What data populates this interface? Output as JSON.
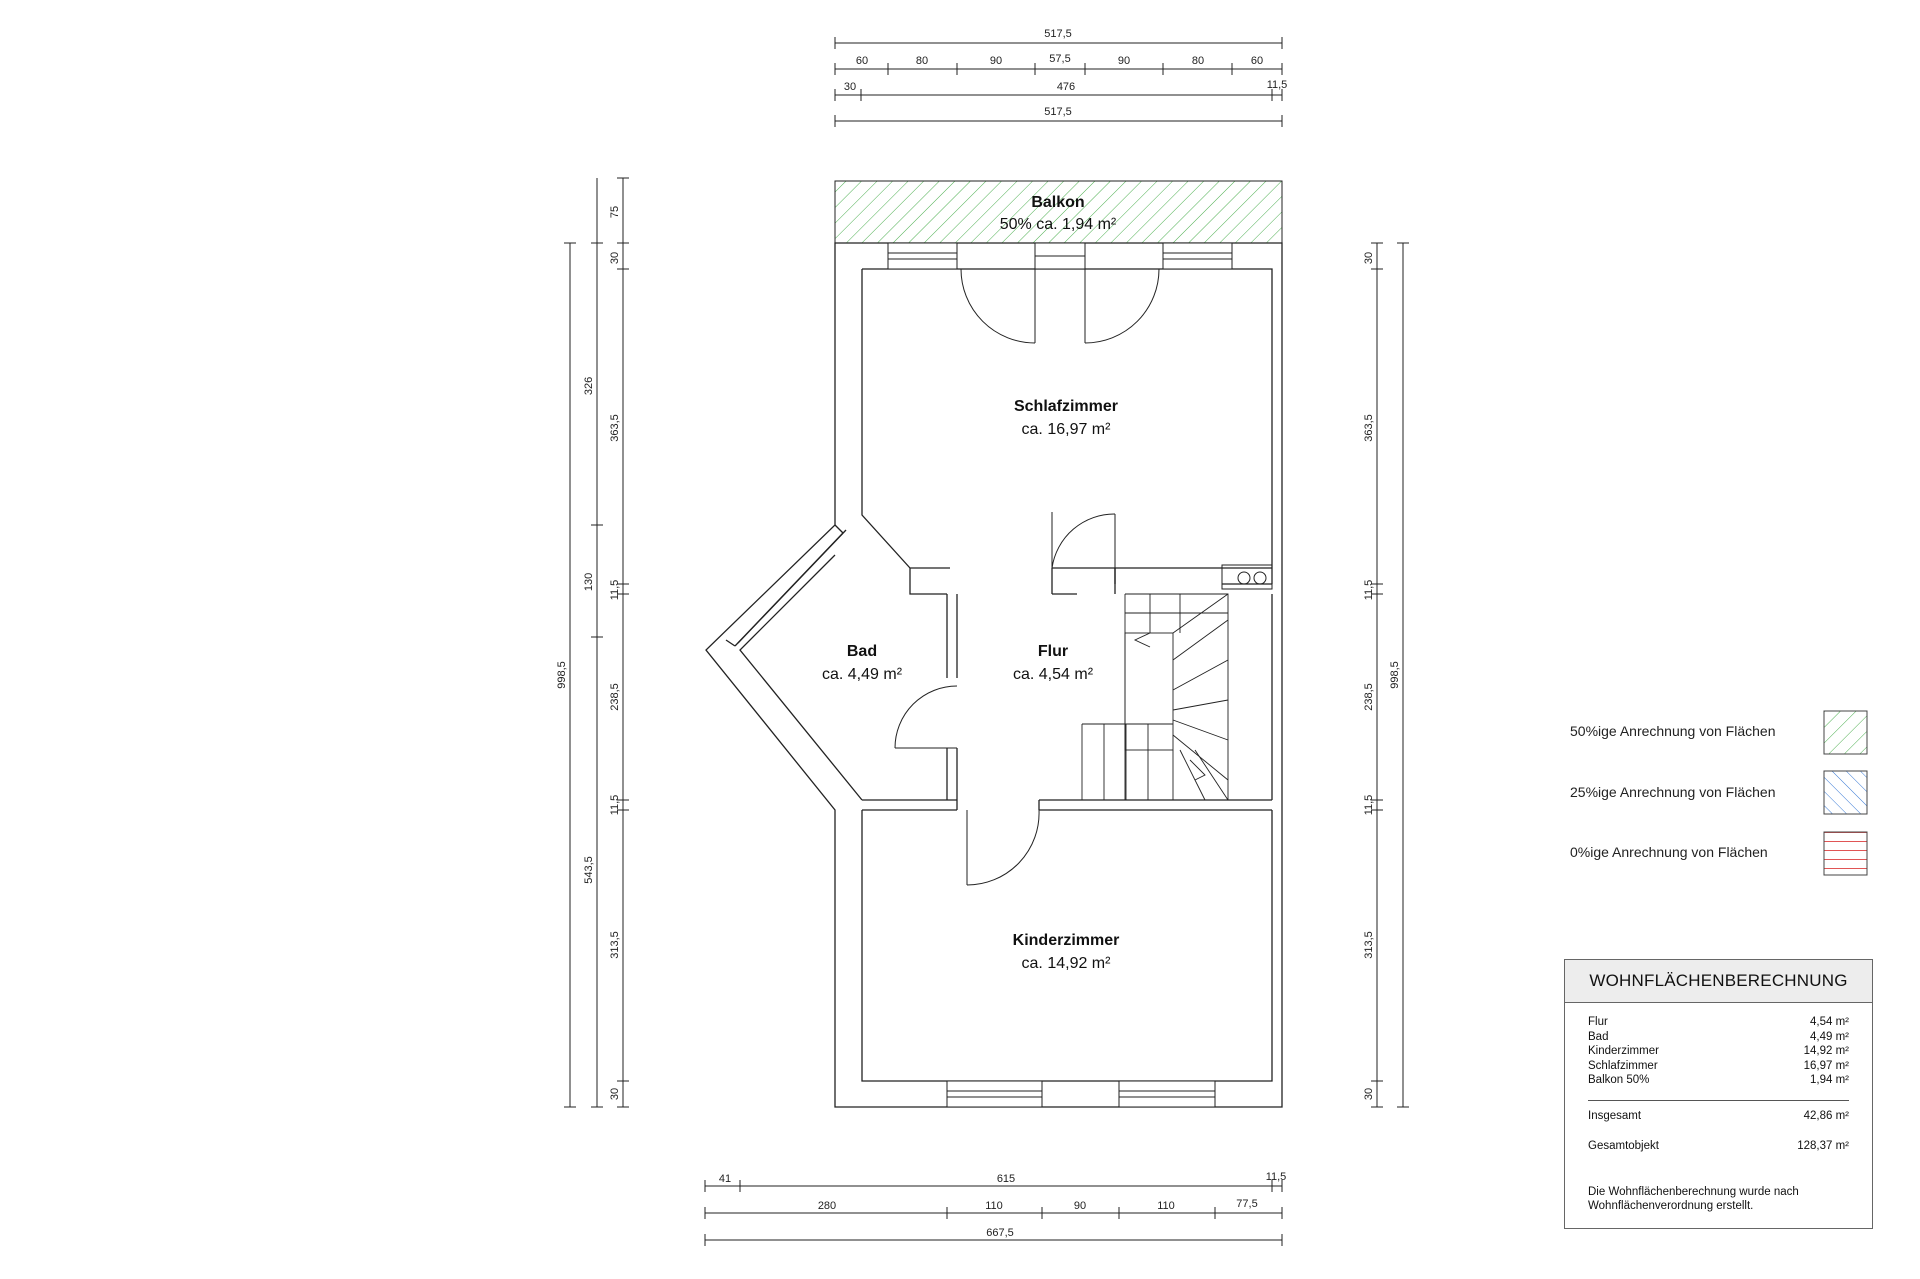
{
  "dimensions": {
    "top": {
      "overall_a": "517,5",
      "segments": [
        "60",
        "80",
        "90",
        "57,5",
        "90",
        "80",
        "60"
      ],
      "wall_left": "30",
      "inner": "476",
      "wall_right": "11,5",
      "overall_b": "517,5"
    },
    "bottom": {
      "wall_left": "41",
      "inner": "615",
      "wall_right": "11,5",
      "segments": [
        "280",
        "110",
        "90",
        "110",
        "77,5"
      ],
      "overall": "667,5"
    },
    "left": {
      "overall": "998,5",
      "balcony": "75",
      "mid_a": "326",
      "mid_b": "130",
      "mid_c": "543,5",
      "wall_top": "30",
      "schlaf": "363,5",
      "wall_1": "11,5",
      "bad": "238,5",
      "wall_2": "11,5",
      "kinder": "313,5",
      "wall_bottom": "30"
    },
    "right": {
      "overall": "998,5",
      "wall_top": "30",
      "schlaf": "363,5",
      "wall_1": "11,5",
      "flur": "238,5",
      "wall_2": "11,5",
      "kinder": "313,5",
      "wall_bottom": "30"
    }
  },
  "rooms": {
    "balkon": {
      "name": "Balkon",
      "area": "50% ca. 1,94 m²"
    },
    "schlafzimmer": {
      "name": "Schlafzimmer",
      "area": "ca. 16,97 m²"
    },
    "bad": {
      "name": "Bad",
      "area": "ca. 4,49 m²"
    },
    "flur": {
      "name": "Flur",
      "area": "ca. 4,54 m²"
    },
    "kinderzimmer": {
      "name": "Kinderzimmer",
      "area": "ca. 14,92 m²"
    }
  },
  "legend": [
    {
      "label": "50%ige Anrechnung von Flächen",
      "color": "#4caf50"
    },
    {
      "label": "25%ige Anrechnung von Flächen",
      "color": "#3a7bd5"
    },
    {
      "label": "0%ige Anrechnung von Flächen",
      "color": "#e05555"
    }
  ],
  "calculation": {
    "title": "WOHNFLÄCHENBERECHNUNG",
    "rows": [
      {
        "label": "Flur",
        "value": "4,54 m²"
      },
      {
        "label": "Bad",
        "value": "4,49 m²"
      },
      {
        "label": "Kinderzimmer",
        "value": "14,92 m²"
      },
      {
        "label": "Schlafzimmer",
        "value": "16,97 m²"
      },
      {
        "label": "Balkon 50%",
        "value": "1,94 m²"
      }
    ],
    "total_label": "Insgesamt",
    "total_value": "42,86 m²",
    "object_label": "Gesamtobjekt",
    "object_value": "128,37 m²",
    "note": "Die Wohnflächenberechnung wurde nach Wohnflächenverordnung erstellt."
  }
}
